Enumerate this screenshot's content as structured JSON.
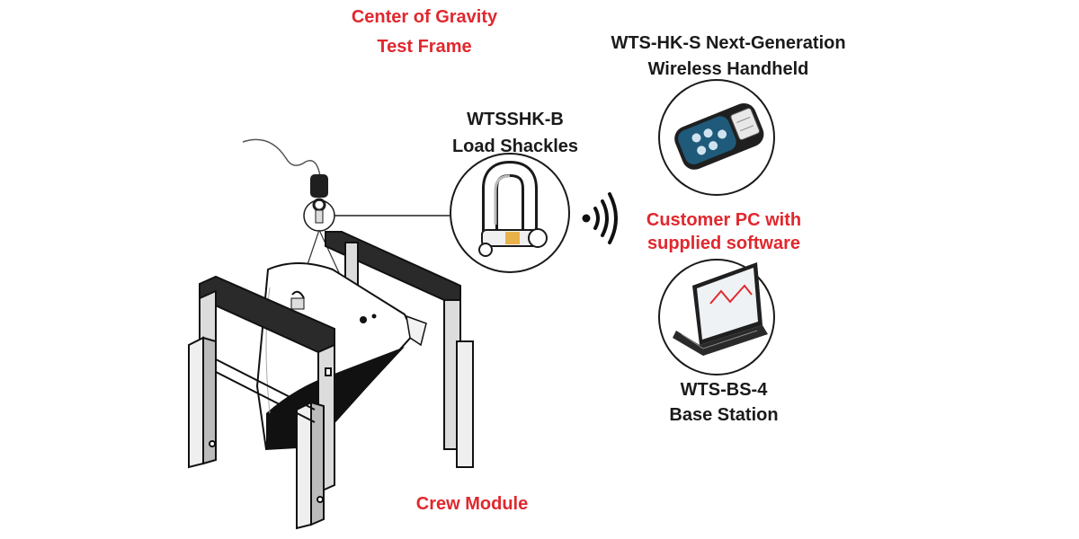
{
  "title": {
    "line1": "Center of Gravity",
    "line2": "Test Frame"
  },
  "handheld": {
    "line1": "WTS-HK-S Next-Generation",
    "line2": "Wireless Handheld"
  },
  "shackle": {
    "line1": "WTSSHK-B",
    "line2": "Load Shackles"
  },
  "pc": {
    "line1": "Customer PC with",
    "line2": "supplied software"
  },
  "base": {
    "line1": "WTS-BS-4",
    "line2": "Base Station"
  },
  "module": {
    "label": "Crew Module"
  },
  "colors": {
    "accent": "#e0282e",
    "text": "#1a1a1a",
    "line": "#222222",
    "handheld_keypad": "#1f5a7a"
  }
}
